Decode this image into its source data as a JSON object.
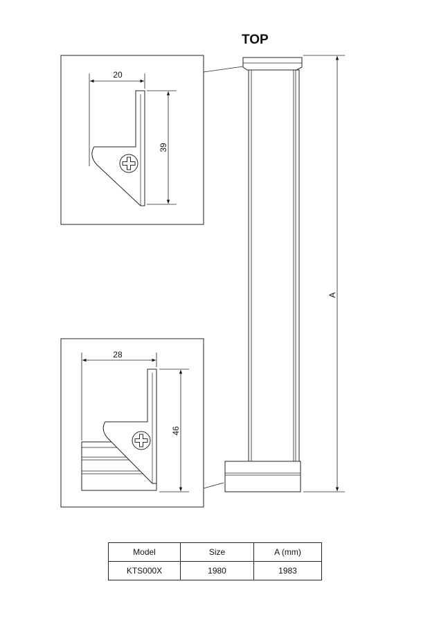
{
  "labels": {
    "top": "TOP",
    "dimension_a": "A"
  },
  "detail_top": {
    "width": "20",
    "height": "39"
  },
  "detail_bottom": {
    "width": "28",
    "height": "46"
  },
  "table": {
    "headers": [
      "Model",
      "Size",
      "A (mm)"
    ],
    "rows": [
      [
        "KTS000X",
        "1980",
        "1983"
      ]
    ]
  }
}
